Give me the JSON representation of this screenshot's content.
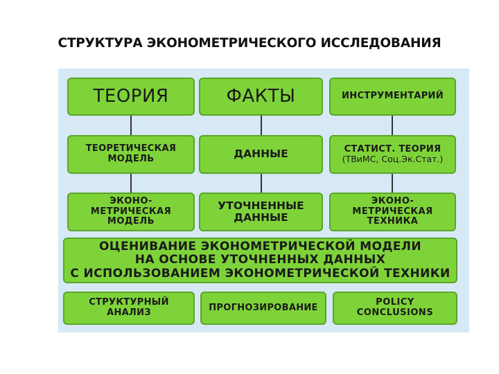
{
  "title": "СТРУКТУРА ЭКОНОМЕТРИЧЕСКОГО ИССЛЕДОВАНИЯ",
  "boxes": {
    "theory": "ТЕОРИЯ",
    "facts": "ФАКТЫ",
    "tools": "ИНСТРУМЕНТАРИЙ",
    "theoretical_model": [
      "ТЕОРЕТИЧЕСКАЯ",
      "МОДЕЛЬ"
    ],
    "data": "ДАННЫЕ",
    "stat_theory": [
      "СТАТИСТ. ТЕОРИЯ",
      "(ТВиМС, Соц.Эк.Стат.)"
    ],
    "econometric_model": [
      "ЭКОНО-",
      "МЕТРИЧЕСКАЯ",
      "МОДЕЛЬ"
    ],
    "refined_data": [
      "УТОЧНЕННЫЕ",
      "ДАННЫЕ"
    ],
    "econometric_technique": [
      "ЭКОНО-",
      "МЕТРИЧЕСКАЯ",
      "ТЕХНИКА"
    ],
    "estimation": [
      "ОЦЕНИВАНИЕ ЭКОНОМЕТРИЧЕСКОЙ МОДЕЛИ",
      "НА ОСНОВЕ УТОЧНЕННЫХ ДАННЫХ",
      "С ИСПОЛЬЗОВАНИЕМ ЭКОНОМЕТРИЧЕСКОЙ ТЕХНИКИ"
    ],
    "structural_analysis": [
      "СТРУКТУРНЫЙ",
      "АНАЛИЗ"
    ],
    "forecasting": "ПРОГНОЗИРОВАНИЕ",
    "policy": [
      "POLICY",
      "CONCLUSIONS"
    ]
  }
}
